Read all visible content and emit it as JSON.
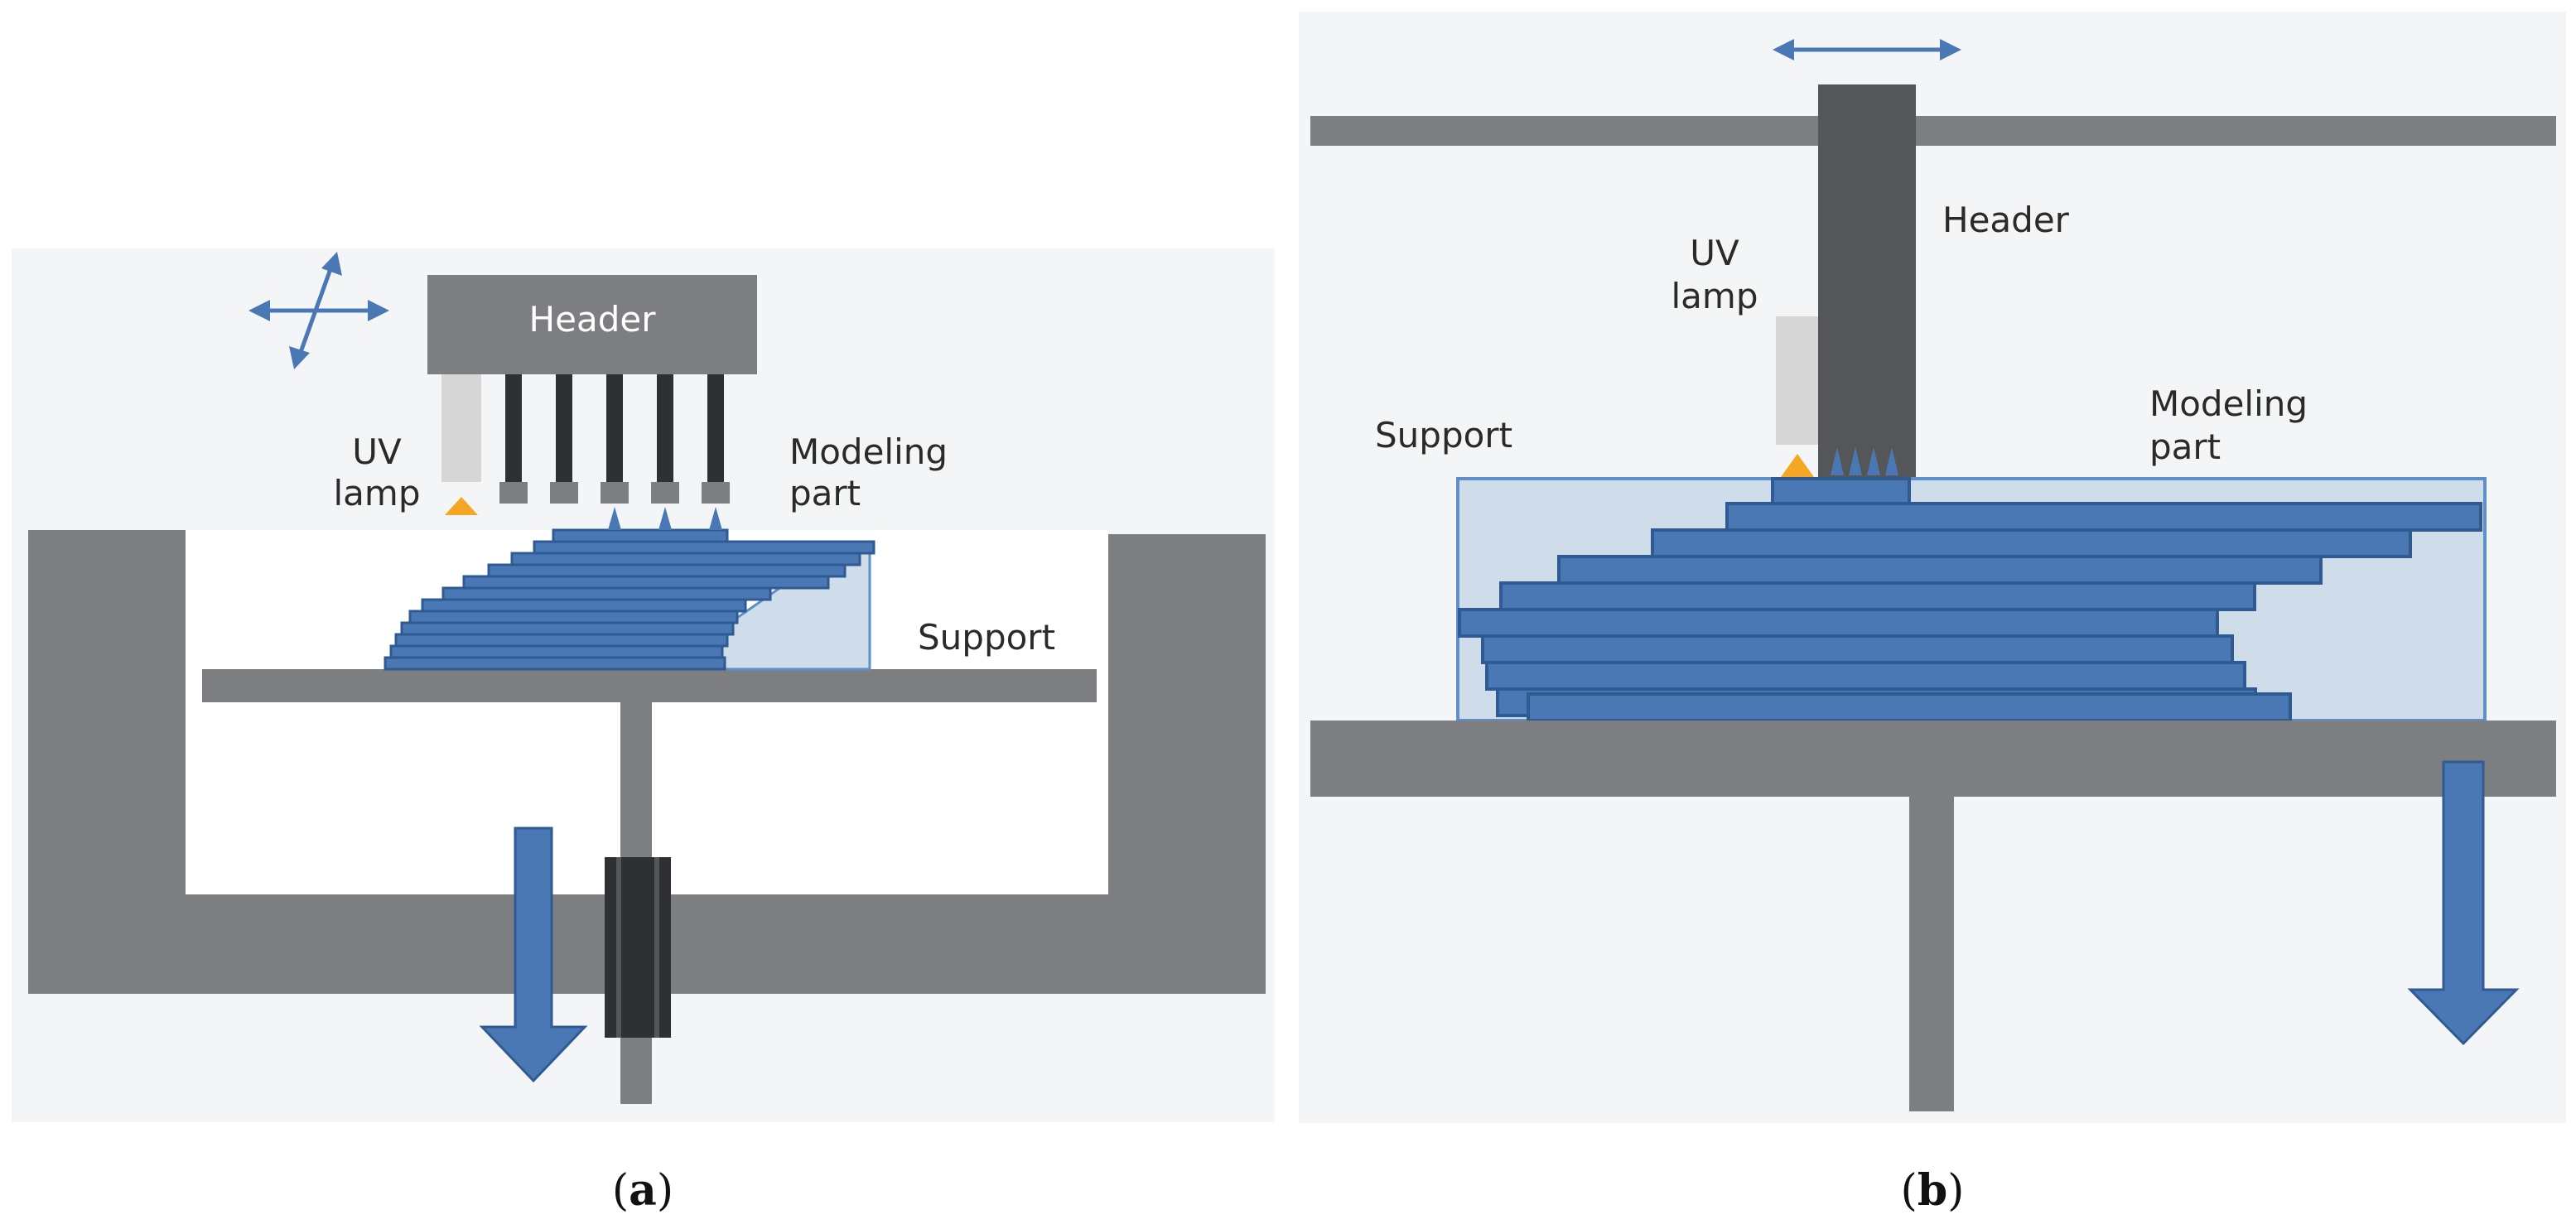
{
  "panel_a": {
    "header_label": "Header",
    "uv_label_line1": "UV",
    "uv_label_line2": "lamp",
    "modeling_label_line1": "Modeling",
    "modeling_label_line2": "part",
    "support_label": "Support",
    "caption_open": "(",
    "caption_letter": "a",
    "caption_close": ")"
  },
  "panel_b": {
    "header_label": "Header",
    "uv_label_line1": "UV",
    "uv_label_line2": "lamp",
    "modeling_label_line1": "Modeling",
    "modeling_label_line2": "part",
    "support_label": "Support",
    "caption_open": "(",
    "caption_letter": "b",
    "caption_close": ")"
  },
  "colors": {
    "machine_gray": "#7d7e82",
    "header_dark": "#55565a",
    "nozzle_dark": "#2f3033",
    "layer_blue": "#4a78b5",
    "layer_edge": "#2f5a92",
    "support_fill": "#cfdcea",
    "support_edge": "#5d8fc8",
    "uv_lamp": "#d6d6d6",
    "uv_light": "#f5a623",
    "arrow_blue": "#4a78b5",
    "panel_bg": "#f4f5f6"
  }
}
